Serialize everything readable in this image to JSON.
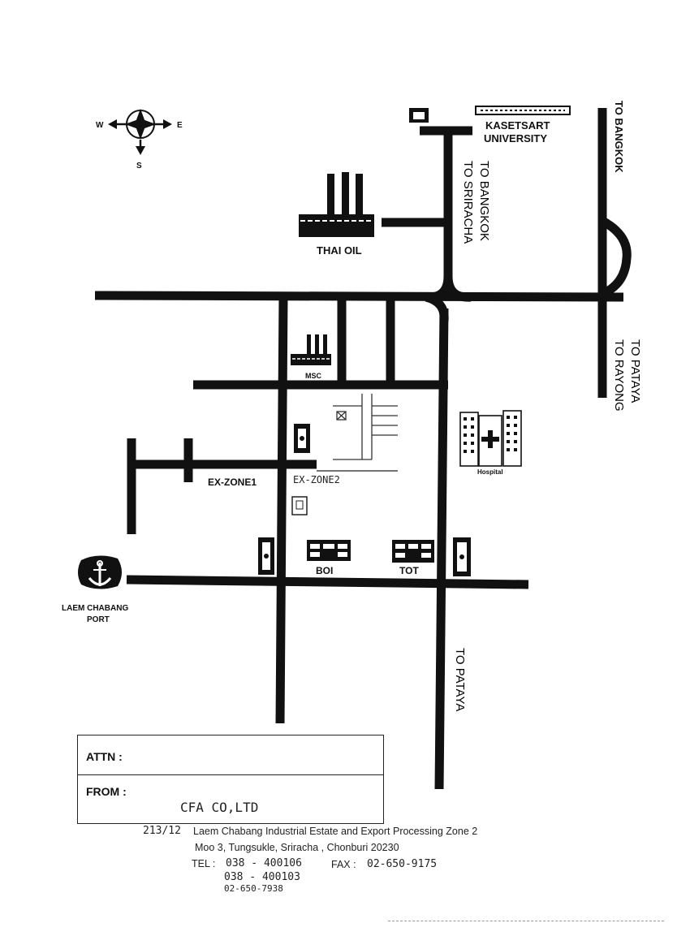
{
  "compass": {
    "west": "W",
    "east": "E",
    "south": "S"
  },
  "labels": {
    "kasetsart_line1": "KASETSART",
    "kasetsart_line2": "UNIVERSITY",
    "to_bangkok_right": "TO BANGKOK",
    "to_bangkok_center": "TO BANGKOK",
    "to_sriracha": "TO SRIRACHA",
    "thai_oil": "THAI OIL",
    "to_pataya_right": "TO PATAYA",
    "to_rayong": "TO RAYONG",
    "msc": "MSC",
    "ex_zone1": "EX-ZONE1",
    "ex_zone2": "EX-ZONE2",
    "hospital": "Hospital",
    "boi": "BOI",
    "tot": "TOT",
    "port_line1": "LAEM CHABANG",
    "port_line2": "PORT",
    "to_pataya_bottom": "TO PATAYA"
  },
  "form": {
    "attn_label": "ATTN :",
    "attn_value": "",
    "from_label": "FROM :",
    "from_value": "CFA CO,LTD"
  },
  "address": {
    "line1_num": "213/12",
    "line1": "Laem Chabang Industrial Estate and Export Processing Zone 2",
    "line2": "Moo 3, Tungsukle, Sriracha , Chonburi 20230",
    "tel_label": "TEL :",
    "tel1": "038 - 400106",
    "fax_label": "FAX :",
    "fax": "02-650-9175",
    "tel2": "038 - 400103",
    "tel3": "02-650-7938"
  }
}
